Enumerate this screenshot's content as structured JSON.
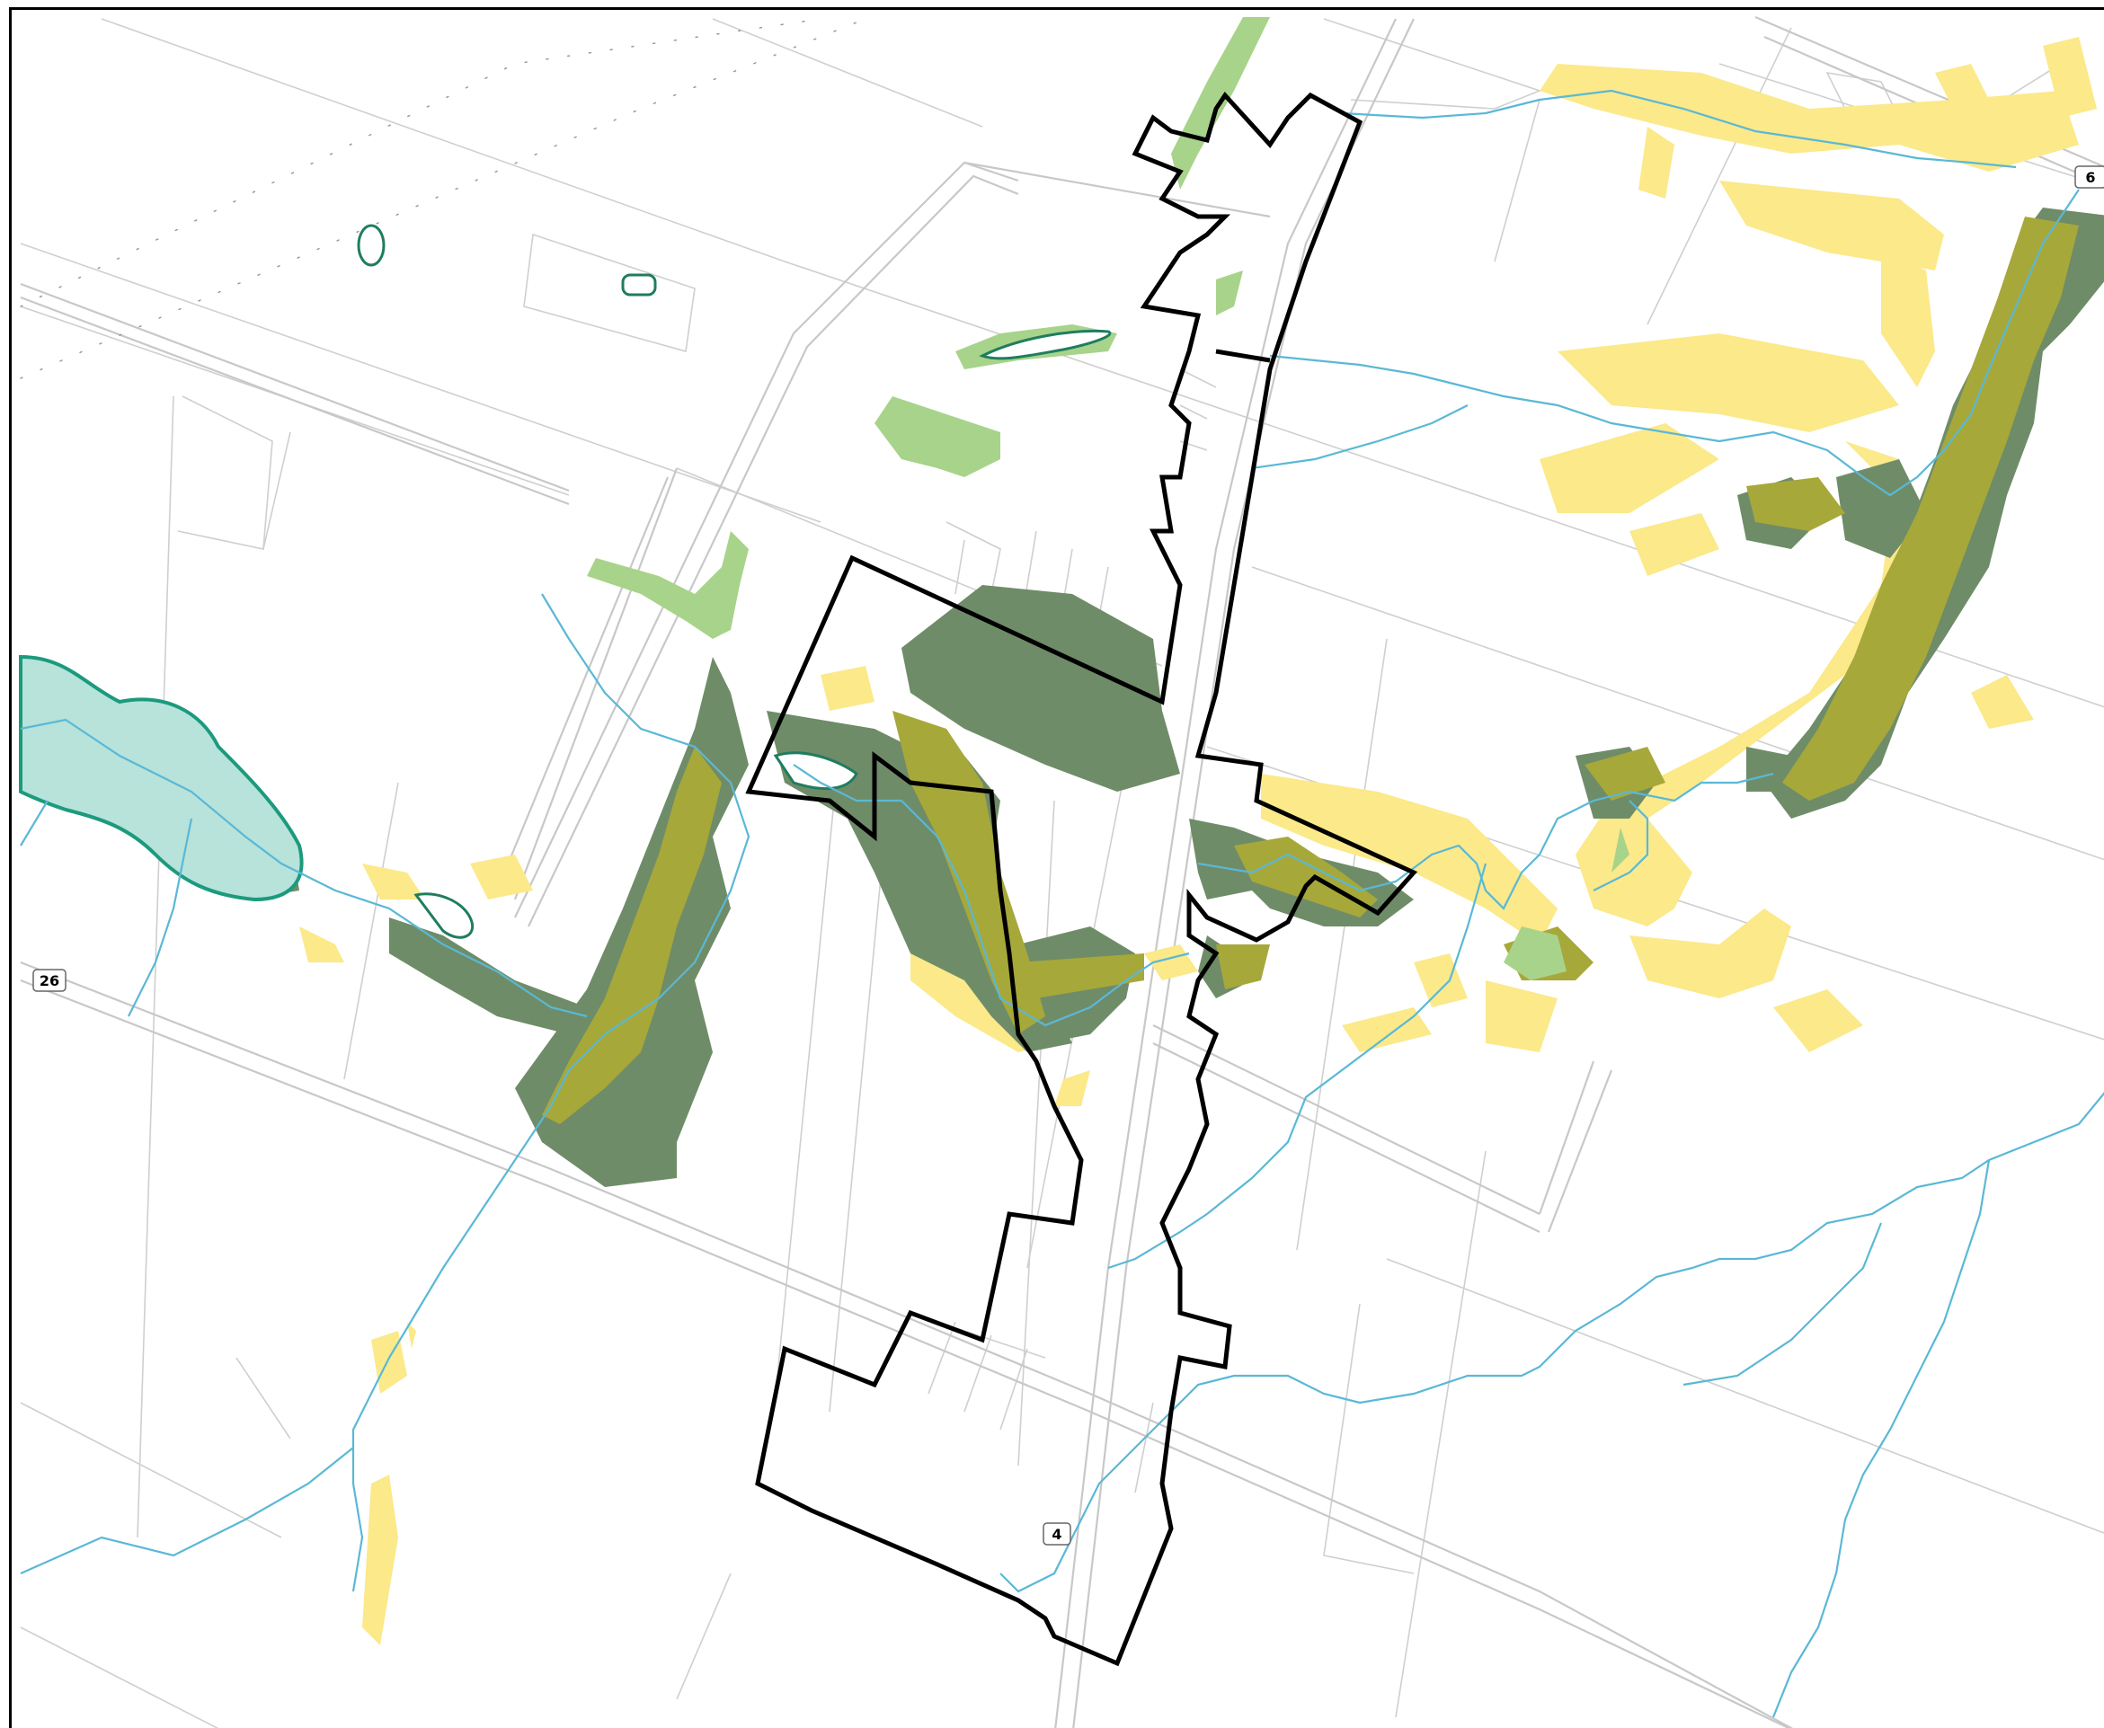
{
  "map": {
    "colors": {
      "floodplain": "#fbe98a",
      "forest": "#6f8c68",
      "riparian": "#a7a83a",
      "meadow": "#a8d38a",
      "wetland": "#b7e3da",
      "stream": "#5ab8d6",
      "boundary": "#000000",
      "road": "#c8c8c8"
    },
    "route_shields": [
      {
        "label": "6",
        "icon": "route-shield-icon"
      },
      {
        "label": "26",
        "icon": "route-shield-icon"
      },
      {
        "label": "4",
        "icon": "route-shield-icon"
      }
    ]
  }
}
